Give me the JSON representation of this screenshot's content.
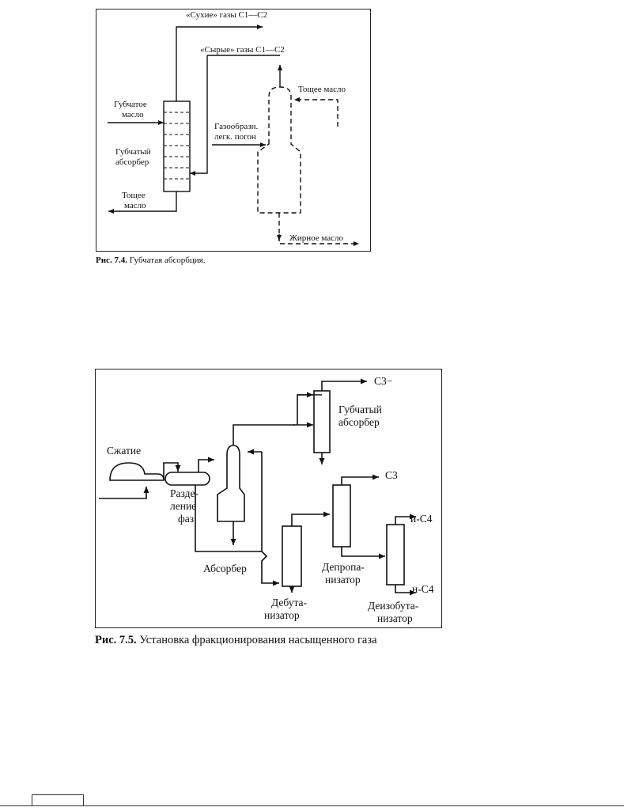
{
  "figure1": {
    "caption_number": "Рис. 7.4.",
    "caption_text": "Губчатая абсорбция.",
    "labels": {
      "dry_gas": "«Сухие» газы С1—С2",
      "raw_gas": "«Сырые» газы С1—С2",
      "lean_oil_right": "Тощее масло",
      "sponge_oil_1": "Губчатое",
      "sponge_oil_2": "масло",
      "gaseous_1": "Газообразн.",
      "gaseous_2": "легк. погон",
      "sponge_absorber_1": "Губчатый",
      "sponge_absorber_2": "абсорбер",
      "lean_oil_left_1": "Тощее",
      "lean_oil_left_2": "масло",
      "rich_oil": "Жирное масло"
    }
  },
  "figure2": {
    "caption_number": "Рис. 7.5.",
    "caption_text": "Установка фракционирования насыщенного газа",
    "labels": {
      "c3_minus": "С3−",
      "sponge_absorber_1": "Губчатый",
      "sponge_absorber_2": "абсорбер",
      "compression": "Сжатие",
      "separation_1": "Разде-",
      "separation_2": "ление",
      "separation_3": "фаз",
      "c3": "С3",
      "iso_c4": "и-С4",
      "normal_c4": "н-С4",
      "absorber": "Абсорбер",
      "depropanizer_1": "Депропа-",
      "depropanizer_2": "низатор",
      "debutanizer_1": "Дебута-",
      "debutanizer_2": "низатор",
      "deisobutanizer_1": "Деизобута-",
      "deisobutanizer_2": "низатор"
    }
  }
}
